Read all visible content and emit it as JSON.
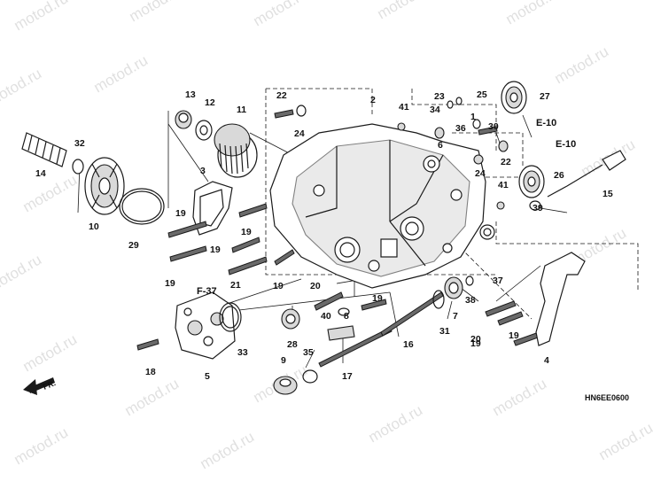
{
  "watermark": {
    "text": "motod.ru"
  },
  "diagram_code": "HN6EE0600",
  "ref_labels": [
    "E-10",
    "E-10",
    "F-37"
  ],
  "front_label": "FR.",
  "callouts": [
    {
      "num": "1"
    },
    {
      "num": "2"
    },
    {
      "num": "3"
    },
    {
      "num": "4"
    },
    {
      "num": "5"
    },
    {
      "num": "6"
    },
    {
      "num": "7"
    },
    {
      "num": "8"
    },
    {
      "num": "9"
    },
    {
      "num": "10"
    },
    {
      "num": "11"
    },
    {
      "num": "12"
    },
    {
      "num": "13"
    },
    {
      "num": "14"
    },
    {
      "num": "15"
    },
    {
      "num": "16"
    },
    {
      "num": "17"
    },
    {
      "num": "18"
    },
    {
      "num": "19"
    },
    {
      "num": "19"
    },
    {
      "num": "19"
    },
    {
      "num": "19"
    },
    {
      "num": "19"
    },
    {
      "num": "19"
    },
    {
      "num": "19"
    },
    {
      "num": "19"
    },
    {
      "num": "20"
    },
    {
      "num": "20"
    },
    {
      "num": "21"
    },
    {
      "num": "22"
    },
    {
      "num": "22"
    },
    {
      "num": "23"
    },
    {
      "num": "24"
    },
    {
      "num": "24"
    },
    {
      "num": "25"
    },
    {
      "num": "26"
    },
    {
      "num": "27"
    },
    {
      "num": "28"
    },
    {
      "num": "29"
    },
    {
      "num": "30"
    },
    {
      "num": "31"
    },
    {
      "num": "32"
    },
    {
      "num": "33"
    },
    {
      "num": "34"
    },
    {
      "num": "35"
    },
    {
      "num": "36"
    },
    {
      "num": "37"
    },
    {
      "num": "38"
    },
    {
      "num": "39"
    },
    {
      "num": "40"
    },
    {
      "num": "41"
    },
    {
      "num": "41"
    }
  ]
}
